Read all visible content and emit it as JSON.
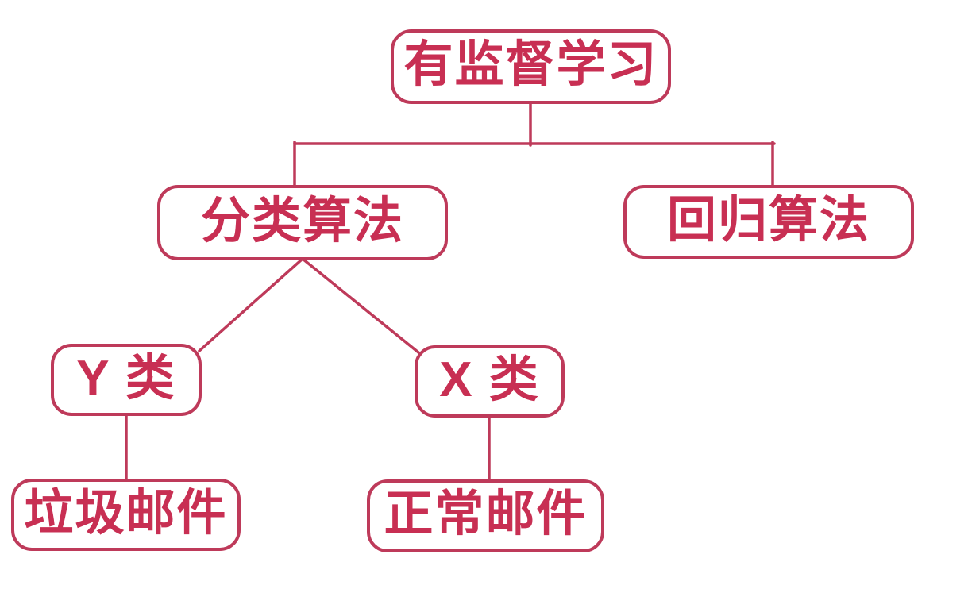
{
  "diagram": {
    "type": "tree-flowchart",
    "colors": {
      "line": "#be3a5a",
      "text": "#c82f53",
      "background": "#ffffff"
    },
    "nodes": {
      "root": {
        "label": "有监督学习"
      },
      "classification": {
        "label": "分类算法"
      },
      "regression": {
        "label": "回归算法"
      },
      "y_class": {
        "label": "Y 类"
      },
      "x_class": {
        "label": "X 类"
      },
      "spam": {
        "label": "垃圾邮件"
      },
      "normal": {
        "label": "正常邮件"
      }
    },
    "edges": [
      {
        "from": "root",
        "to": "classification"
      },
      {
        "from": "root",
        "to": "regression"
      },
      {
        "from": "classification",
        "to": "y_class"
      },
      {
        "from": "classification",
        "to": "x_class"
      },
      {
        "from": "y_class",
        "to": "spam"
      },
      {
        "from": "x_class",
        "to": "normal"
      }
    ]
  }
}
